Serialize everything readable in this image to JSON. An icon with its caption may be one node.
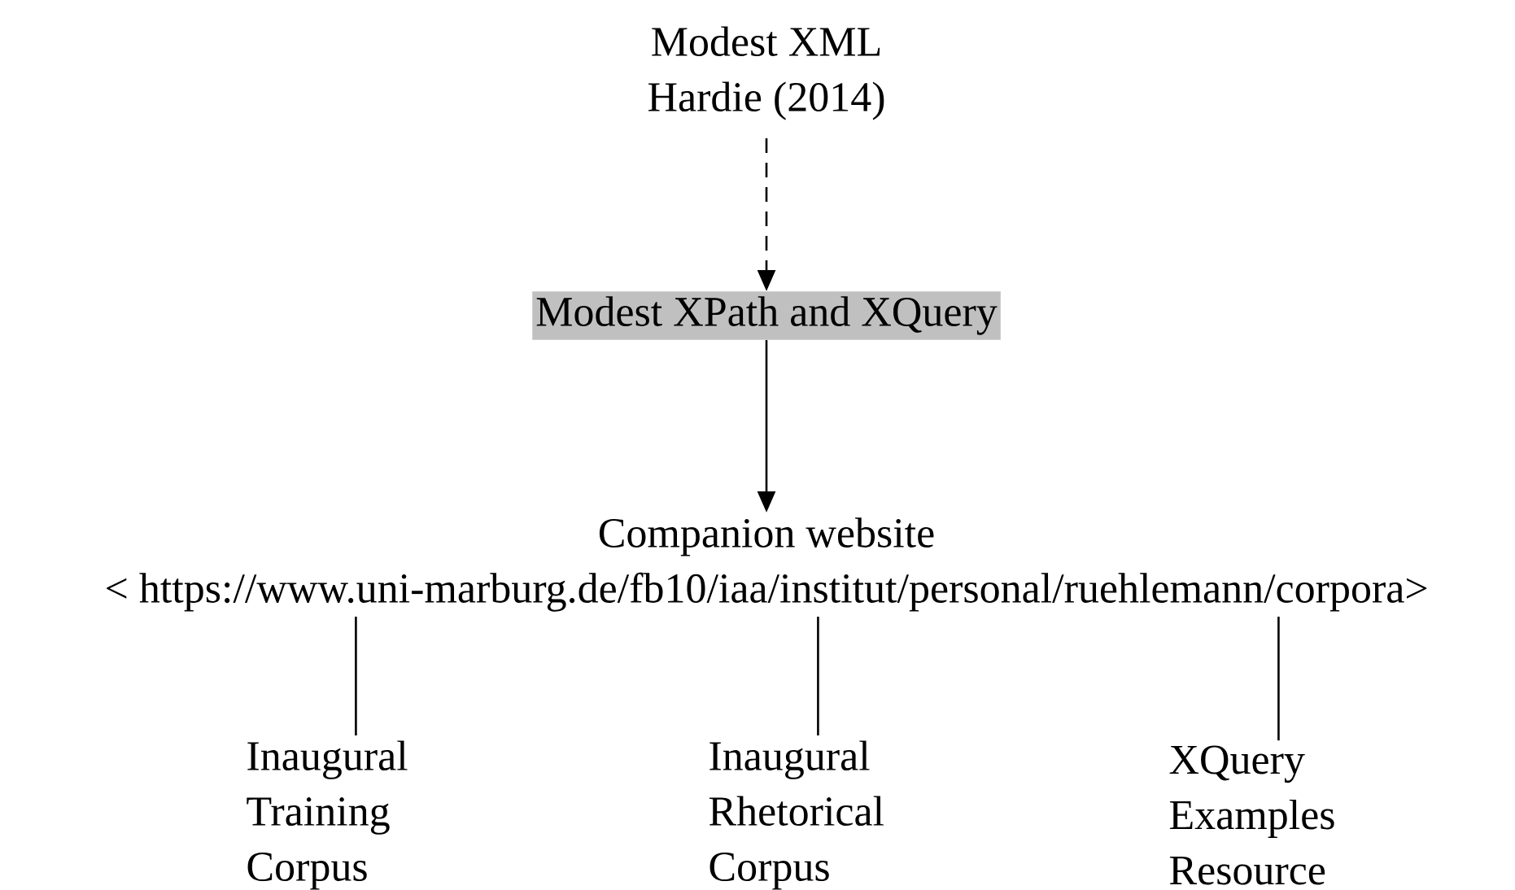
{
  "diagram": {
    "nodes": [
      {
        "text": [
          "Modest XML",
          "Hardie (2014)"
        ]
      },
      {
        "text": [
          "Modest XPath and XQuery"
        ]
      },
      {
        "text": [
          "Companion website",
          "< https://www.uni-marburg.de/fb10/iaa/institut/personal/ruehlemann/corpora>"
        ]
      },
      {
        "text": [
          "Inaugural Training Corpus"
        ]
      },
      {
        "text": [
          "Inaugural Rhetorical Corpus"
        ]
      },
      {
        "text": [
          "XQuery Examples Resource"
        ]
      }
    ],
    "edges": [
      {
        "from": 0,
        "to": 1,
        "arrow": "to",
        "style": "dashed"
      },
      {
        "from": 1,
        "to": 2,
        "arrow": "to"
      },
      {
        "from": 2,
        "to": 3,
        "arrow": "none"
      },
      {
        "from": 2,
        "to": 4,
        "arrow": "none"
      },
      {
        "from": 2,
        "to": 5,
        "arrow": "none"
      }
    ]
  }
}
